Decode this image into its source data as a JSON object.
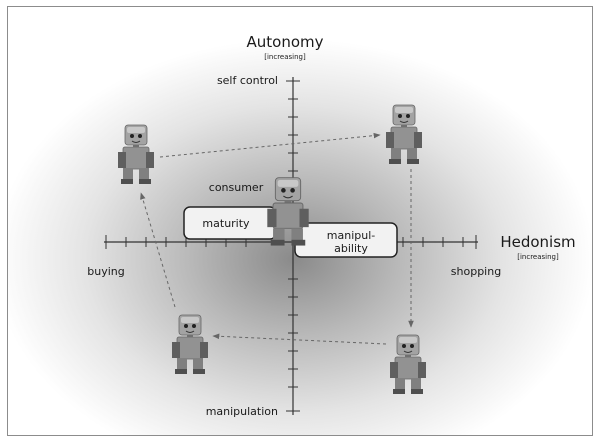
{
  "axes": {
    "vertical_title": "Autonomy",
    "vertical_subtitle": "[increasing]",
    "vertical_top": "self control",
    "vertical_bottom": "manipulation",
    "horizontal_title": "Hedonism",
    "horizontal_subtitle": "[increasing]",
    "horizontal_left": "buying",
    "horizontal_right": "shopping"
  },
  "center": {
    "label": "consumer",
    "box_left": "maturity",
    "box_right_line1": "manipul-",
    "box_right_line2": "ability"
  },
  "figures": [
    "robot-figure",
    "robot-figure",
    "robot-figure",
    "robot-figure",
    "robot-figure"
  ],
  "colors": {
    "axis": "#333333",
    "arrow": "#666666",
    "robot_body": "#9a9a9a",
    "robot_dark": "#5c5c5c",
    "robot_light": "#c2c2c2"
  }
}
